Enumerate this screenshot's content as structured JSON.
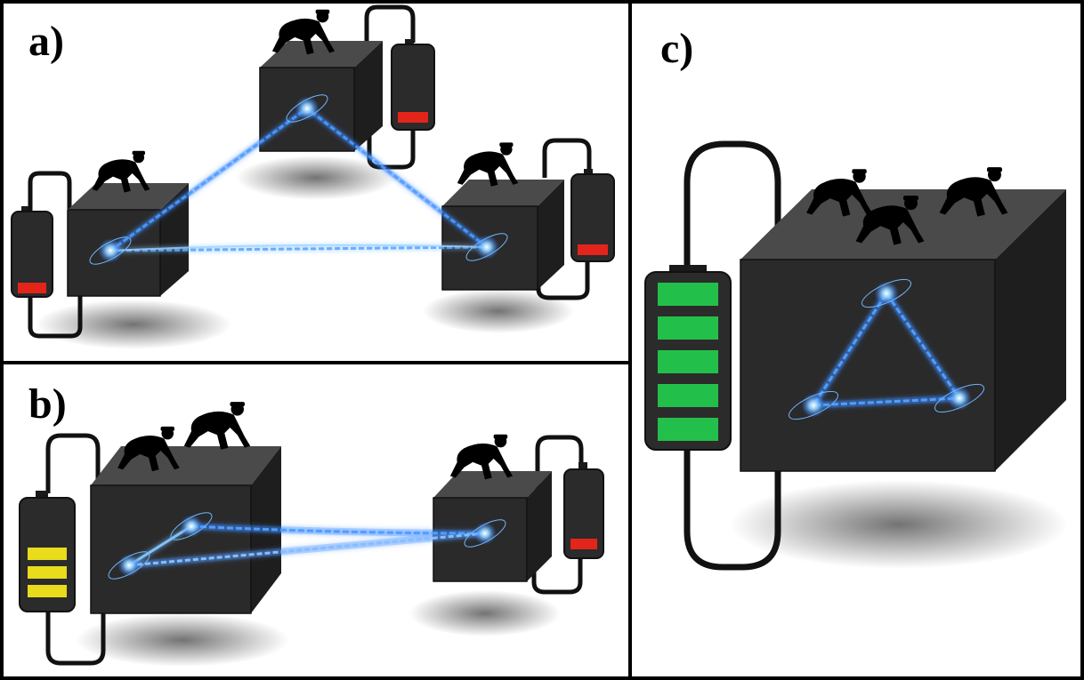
{
  "panels": {
    "a": {
      "label": "a)",
      "batteries": [
        {
          "charge_bars": 1,
          "bar_color": "#e3241b"
        },
        {
          "charge_bars": 1,
          "bar_color": "#e3241b"
        },
        {
          "charge_bars": 1,
          "bar_color": "#e3241b"
        }
      ]
    },
    "b": {
      "label": "b)",
      "batteries": [
        {
          "charge_bars": 3,
          "bar_color": "#e8dc1c"
        },
        {
          "charge_bars": 1,
          "bar_color": "#e3241b"
        }
      ]
    },
    "c": {
      "label": "c)",
      "batteries": [
        {
          "charge_bars": 5,
          "bar_color": "#22c04a"
        }
      ]
    }
  },
  "colors": {
    "cube_front": "#2a2a2a",
    "cube_top": "#4a4a4a",
    "cube_side": "#1e1e1e",
    "battery_body": "#2b2b2b",
    "wire": "#111111",
    "link_glow": "#5aa9ff",
    "qubit_core": "#ffffff"
  },
  "icons": [
    "worker-silhouette-icon",
    "atom-qubit-icon",
    "battery-icon",
    "entanglement-link-icon"
  ]
}
